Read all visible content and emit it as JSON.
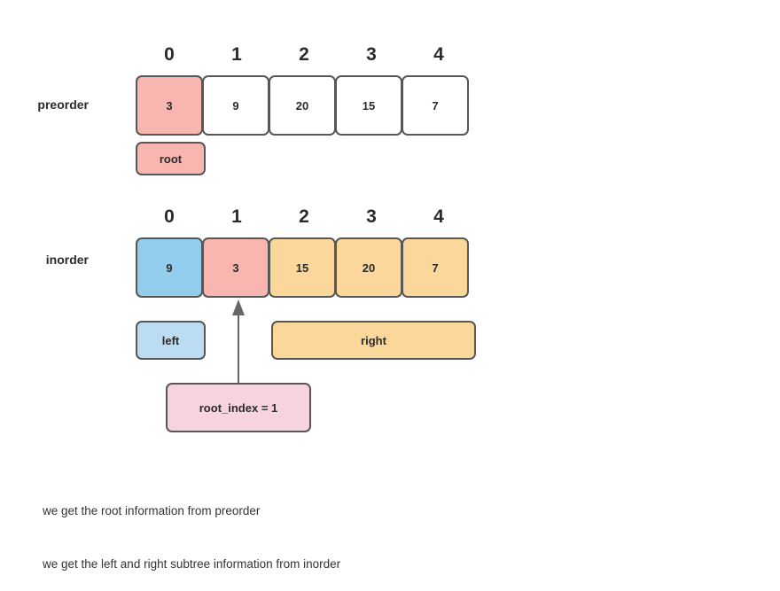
{
  "diagram": {
    "rows": [
      {
        "label": "preorder",
        "indices": [
          "0",
          "1",
          "2",
          "3",
          "4"
        ],
        "cells": [
          {
            "value": "3",
            "fill": "pink"
          },
          {
            "value": "9",
            "fill": "white"
          },
          {
            "value": "20",
            "fill": "white"
          },
          {
            "value": "15",
            "fill": "white"
          },
          {
            "value": "7",
            "fill": "white"
          }
        ]
      },
      {
        "label": "inorder",
        "indices": [
          "0",
          "1",
          "2",
          "3",
          "4"
        ],
        "cells": [
          {
            "value": "9",
            "fill": "blue"
          },
          {
            "value": "3",
            "fill": "pink"
          },
          {
            "value": "15",
            "fill": "orange"
          },
          {
            "value": "20",
            "fill": "orange"
          },
          {
            "value": "7",
            "fill": "orange"
          }
        ]
      }
    ],
    "tags": {
      "root": "root",
      "left": "left",
      "right": "right",
      "root_index": "root_index = 1"
    },
    "caption": {
      "line1": "we get the root information from preorder",
      "line2": "we get the left and right subtree information from inorder"
    },
    "colors": {
      "pink": "#f9b6b0",
      "blue": "#92cdee",
      "orange": "#fbd79b",
      "light_pink": "#f7d3e0",
      "light_blue": "#bcdcf2",
      "border": "#575757",
      "arrow": "#666666",
      "text": "#2b2b2b"
    }
  }
}
